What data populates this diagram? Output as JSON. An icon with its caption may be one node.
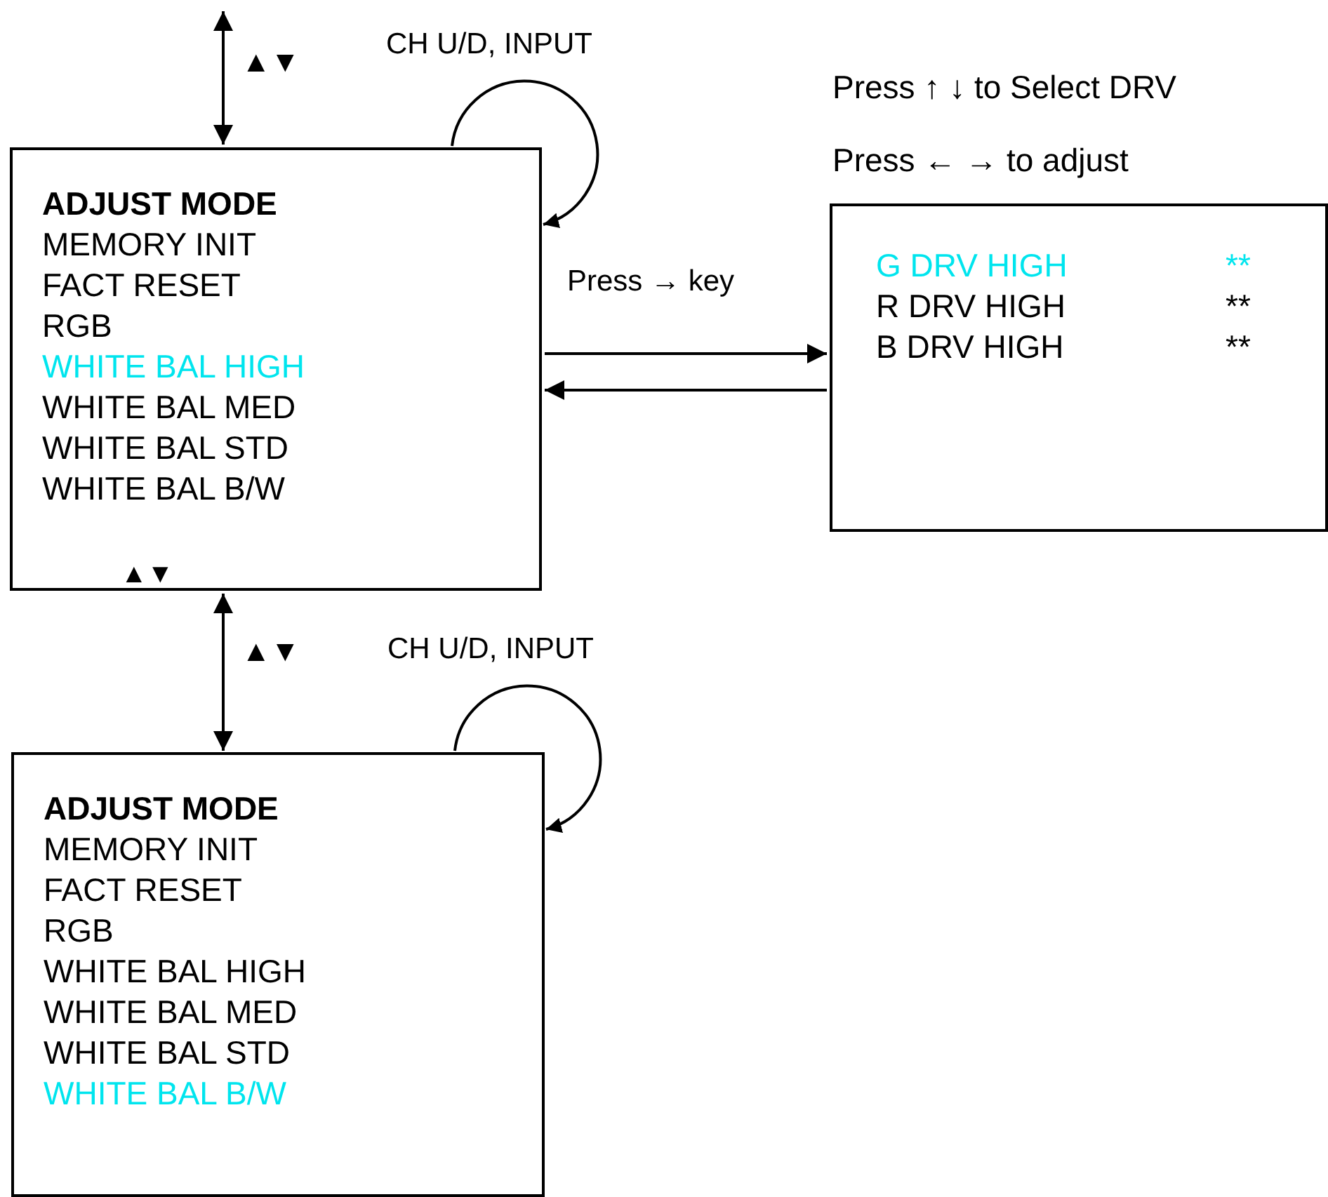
{
  "diagram": {
    "nodes": [
      {
        "text": [
          "ADJUST MODE",
          "MEMORY INIT",
          "FACT RESET",
          "RGB",
          "WHITE BAL HIGH",
          "WHITE BAL MED",
          "WHITE BAL STD",
          "WHITE BAL B/W"
        ]
      },
      {
        "text": [
          "G DRV HIGH",
          "**",
          "R DRV HIGH",
          "**",
          "B DRV HIGH",
          "**"
        ],
        "beside": [
          "Press ↑ ↓ to Select DRV",
          "Press ← → to adjust"
        ]
      },
      {
        "text": [
          "ADJUST MODE",
          "MEMORY INIT",
          "FACT RESET",
          "RGB",
          "WHITE BAL HIGH",
          "WHITE BAL MED",
          "WHITE BAL STD",
          "WHITE BAL B/W"
        ]
      }
    ],
    "edges": [
      {
        "from": null,
        "to": 0,
        "arrow": "both",
        "label": "▲▼"
      },
      {
        "from": 0,
        "to": 0,
        "arrow": "to",
        "label": "CH U/D, INPUT"
      },
      {
        "from": 0,
        "to": 1,
        "arrow": "to",
        "label": "Press → key"
      },
      {
        "from": 1,
        "to": 0,
        "arrow": "to"
      },
      {
        "from": 0,
        "to": 2,
        "arrow": "both",
        "label": "▲▼"
      },
      {
        "from": 2,
        "to": 2,
        "arrow": "to",
        "label": "CH U/D, INPUT"
      }
    ],
    "labels": [
      "▲▼"
    ]
  }
}
